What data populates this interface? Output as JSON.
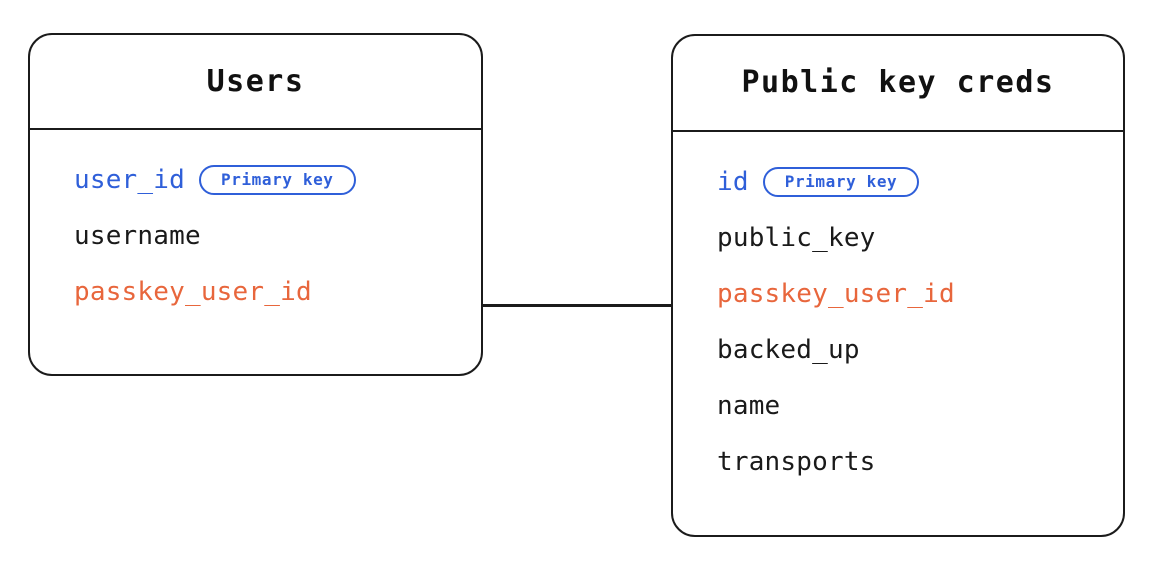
{
  "diagram": {
    "type": "entity-relationship-diagram",
    "background_color": "#ffffff",
    "colors": {
      "border": "#1b1b1b",
      "text": "#1a1a1a",
      "primary_key": "#2f5fd9",
      "foreign_key": "#e8663c",
      "connector": "#1b1b1b"
    },
    "entities": [
      {
        "id": "users",
        "title": "Users",
        "fields": [
          {
            "name": "user_id",
            "role": "pk",
            "badge": "Primary key"
          },
          {
            "name": "username",
            "role": "plain",
            "badge": null
          },
          {
            "name": "passkey_user_id",
            "role": "fk",
            "badge": null
          }
        ]
      },
      {
        "id": "public-key-creds",
        "title": "Public key creds",
        "fields": [
          {
            "name": "id",
            "role": "pk",
            "badge": "Primary key"
          },
          {
            "name": "public_key",
            "role": "plain",
            "badge": null
          },
          {
            "name": "passkey_user_id",
            "role": "fk",
            "badge": null
          },
          {
            "name": "backed_up",
            "role": "plain",
            "badge": null
          },
          {
            "name": "name",
            "role": "plain",
            "badge": null
          },
          {
            "name": "transports",
            "role": "plain",
            "badge": null
          }
        ]
      }
    ],
    "relationships": [
      {
        "id": "users-to-public-key-creds",
        "from_entity": "users",
        "from_field": "passkey_user_id",
        "to_entity": "public-key-creds",
        "to_field": "passkey_user_id",
        "style": "solid-line"
      }
    ]
  }
}
